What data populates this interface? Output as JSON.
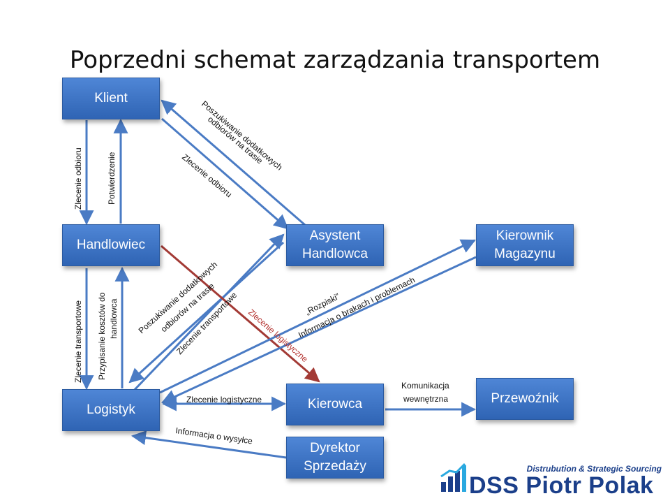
{
  "slide": {
    "title": "Poprzedni schemat zarządzania transportem"
  },
  "nodes": {
    "klient": "Klient",
    "handlowiec": "Handlowiec",
    "logistyk": "Logistyk",
    "asystent": "Asystent\nHandlowca",
    "kierownik": "Kierownik\nMagazynu",
    "kierowca": "Kierowca",
    "przewoznik": "Przewoźnik",
    "dyrektor": "Dyrektor\nSprzedaży"
  },
  "labels": {
    "zlecenie_odbioru_left": "Zlecenie odbioru",
    "potwierdzenie": "Potwierdzenie",
    "zlecenie_transportowe_left": "Zlecenie transportowe",
    "przypisanie_1": "Przypisanie kosztów do",
    "przypisanie_2": "handlowca",
    "poszukiwanie_top_1": "Poszukiwanie dodatkowych",
    "poszukiwanie_top_2": "odbiorów na trasie",
    "zlecenie_odbioru_diag": "Zlecenie odbioru",
    "poszukiwanie_mid_1": "Poszukiwanie dodatkowych",
    "poszukiwanie_mid_2": "odbiorów na trasie",
    "zlecenie_transportowe_diag": "Zlecenie transportowe",
    "zlecenie_logistyczne_red": "Zlecenie logistyczne",
    "rozpiski": "„Rozpiski”",
    "informacja_braki": "Informacja o brakach i problemach",
    "zlecenie_logistyczne": "Zlecenie logistyczne",
    "komunikacja_1": "Komunikacja",
    "komunikacja_2": "wewnętrzna",
    "informacja_wysylka": "Informacja o wysyłce"
  },
  "colors": {
    "box_top": "#4f86d6",
    "box_bottom": "#2f64b4",
    "arrow": "#4a7bc4",
    "arrow_red": "#a33a35"
  },
  "logo": {
    "tagline": "Distrubution & Strategic Sourcing",
    "name": "DSS Piotr Polak"
  }
}
